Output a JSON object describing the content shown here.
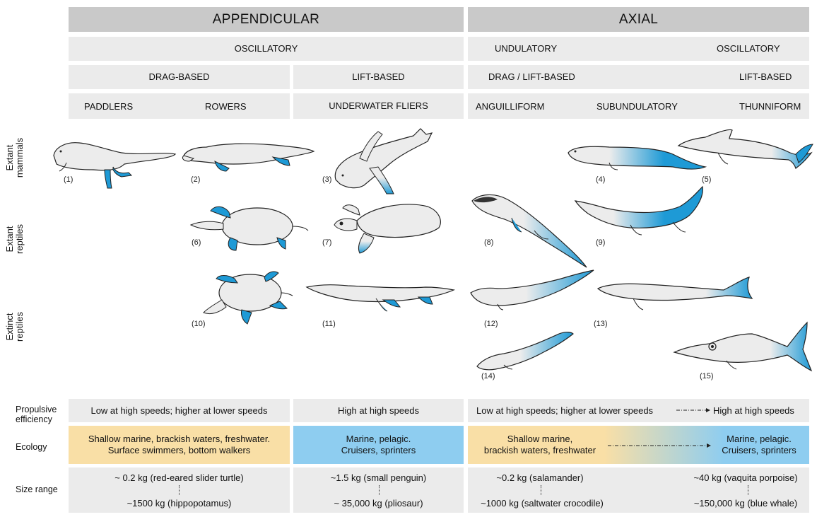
{
  "header": {
    "appendicular": "APPENDICULAR",
    "axial": "AXIAL",
    "oscillatory_left": "OSCILLATORY",
    "undulatory": "UNDULATORY",
    "oscillatory_right": "OSCILLATORY",
    "drag_based": "DRAG-BASED",
    "lift_based_left": "LIFT-BASED",
    "drag_lift_based": "DRAG / LIFT-BASED",
    "lift_based_right": "LIFT-BASED",
    "paddlers": "PADDLERS",
    "rowers": "ROWERS",
    "underwater_fliers": "UNDERWATER FLIERS",
    "anguilliform": "ANGUILLIFORM",
    "subundulatory": "SUBUNDULATORY",
    "thunniform": "THUNNIFORM"
  },
  "row_labels": {
    "extant_mammals": "Extant mammals",
    "extant_reptiles": "Extant reptiles",
    "extinct_reptiles": "Extinct reptiles"
  },
  "animal_numbers": [
    "(1)",
    "(2)",
    "(3)",
    "(4)",
    "(5)",
    "(6)",
    "(7)",
    "(8)",
    "(9)",
    "(10)",
    "(11)",
    "(12)",
    "(13)",
    "(14)",
    "(15)"
  ],
  "bottom": {
    "propulsive_label": "Propulsive efficiency",
    "propulsive_app_drag": "Low at high speeds; higher at lower speeds",
    "propulsive_app_lift": "High at high speeds",
    "propulsive_axial_left": "Low at high speeds; higher at lower speeds",
    "propulsive_axial_right": "High at high speeds",
    "ecology_label": "Ecology",
    "ecology_app_drag": "Shallow marine, brackish waters, freshwater.\nSurface swimmers, bottom walkers",
    "ecology_app_lift": "Marine, pelagic.\nCruisers, sprinters",
    "ecology_axial_left": "Shallow marine,\nbrackish waters, freshwater",
    "ecology_axial_right": "Marine, pelagic.\nCruisers, sprinters",
    "size_label": "Size range",
    "size_app_drag_top": "~ 0.2 kg (red-eared slider turtle)",
    "size_app_drag_bottom": "~1500 kg (hippopotamus)",
    "size_app_lift_top": "~1.5 kg (small penguin)",
    "size_app_lift_bottom": "~ 35,000 kg (pliosaur)",
    "size_axial_left_top": "~0.2 kg (salamander)",
    "size_axial_left_bottom": "~1000 kg (saltwater crocodile)",
    "size_axial_right_top": "~40 kg (vaquita porpoise)",
    "size_axial_right_bottom": "~150,000 kg (blue whale)"
  },
  "colors": {
    "header_dark": "#c9c9c9",
    "header_light": "#ebebeb",
    "accent_blue": "#1e9ad6",
    "body_grey": "#ececec",
    "ecology_tan": "#f9dfa6",
    "ecology_blue": "#8ecdf0"
  }
}
